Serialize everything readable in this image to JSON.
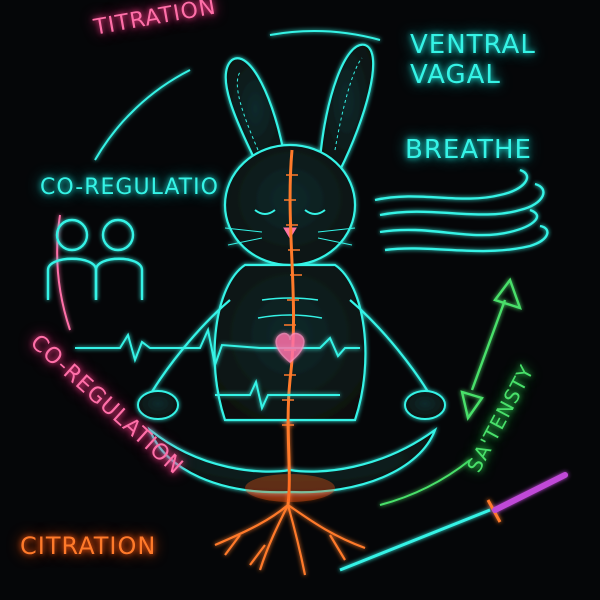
{
  "labels": {
    "titration": "TITRATION",
    "ventral_vagal_line1": "VENTRAL",
    "ventral_vagal_line2": "VAGAL",
    "breathe": "BREATHE",
    "coregulatio": "CO-REGULATIO",
    "coregulation": "CO-REGULATION",
    "citration": "CITRATION",
    "satensty": "SA'TENSTY"
  },
  "colors": {
    "background": "#050608",
    "neon_cyan": "#35f3e6",
    "neon_pink": "#ff6fa8",
    "neon_orange": "#ff7a2a",
    "neon_green": "#49e06a"
  },
  "icons": [
    "bunny-figure",
    "people-icon",
    "wind-icon",
    "heartbeat-wave",
    "heart-icon",
    "roots-icon",
    "double-arrow-icon",
    "katana-icon"
  ]
}
